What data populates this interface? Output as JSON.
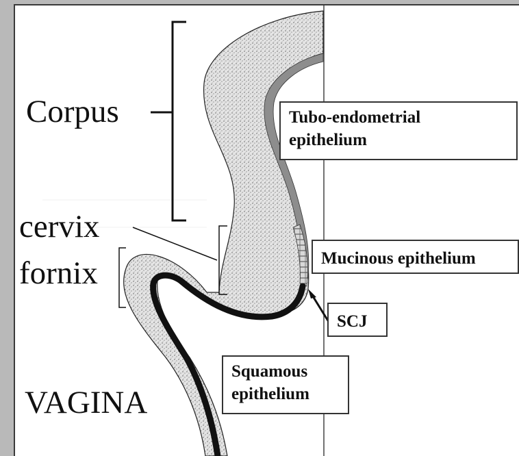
{
  "labels": {
    "corpus": "Corpus",
    "cervix": "cervix",
    "fornix": "fornix",
    "vagina": "VAGINA"
  },
  "boxes": {
    "tubo_endometrial": {
      "line1": "Tubo-endometrial",
      "line2": "epithelium"
    },
    "mucinous": {
      "line1": "Mucinous epithelium"
    },
    "scj": {
      "line1": "SCJ"
    },
    "squamous": {
      "line1": "Squamous",
      "line2": "epithelium"
    }
  },
  "colors": {
    "background": "#b9b9b9",
    "panel": "#ffffff",
    "tissue_fill": "#e6e6e6",
    "squamous_layer": "#111111"
  }
}
